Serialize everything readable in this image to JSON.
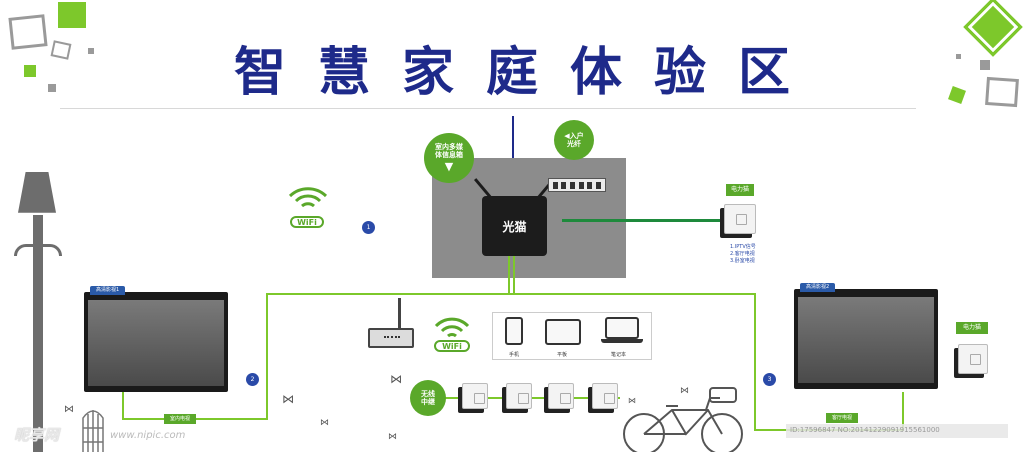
{
  "title": "智慧家庭体验区",
  "gateway": {
    "label": "光猫",
    "bubble_indoor": [
      "室内多媒",
      "体信息箱"
    ],
    "bubble_fiber": [
      "入户",
      "光纤"
    ]
  },
  "wifi_label": "WiFi",
  "tv_left": {
    "tab": "高清影视1",
    "label": "室内电视",
    "step": "2"
  },
  "tv_right": {
    "tab": "高清影视2",
    "label": "客厅电视",
    "step": "3"
  },
  "step_1": "1",
  "power_top": {
    "tag": "电力猫",
    "notes": [
      "1.IPTV信号",
      "2.客厅电视",
      "3.卧室电视"
    ]
  },
  "power_right": {
    "tag": "电力猫"
  },
  "relay": [
    "无线",
    "中继"
  ],
  "devices": {
    "phone": "手机",
    "tablet": "平板",
    "laptop": "笔记本"
  },
  "logo_text": "昵享网",
  "watermark_url": "www.nipic.com",
  "watermark_id": "ID:17596847 NO:20141229091915561000",
  "colors": {
    "title": "#1e2a8a",
    "accent_green": "#7dc82b",
    "bubble_green": "#5aa82a",
    "panel_grey": "#8c8c8c"
  }
}
